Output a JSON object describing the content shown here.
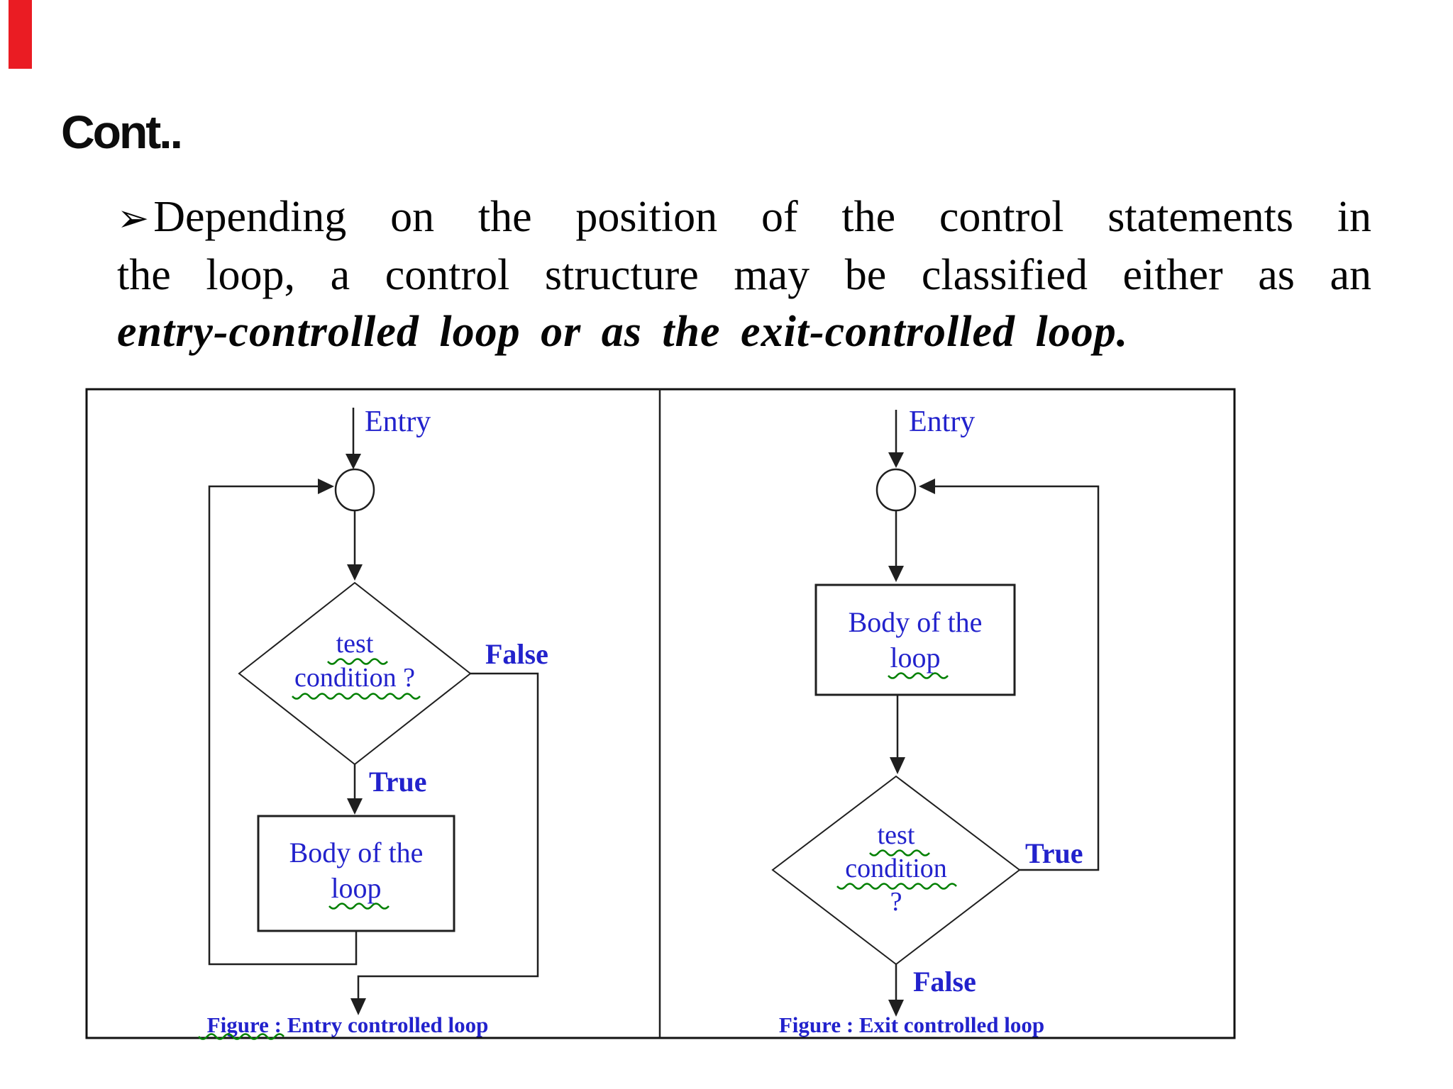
{
  "title": "Cont..",
  "paragraph": {
    "bullet": "➢",
    "line1": "Depending on the position of the control statements in",
    "line2": "the loop, a control structure may be classified either as an",
    "line3": "entry-controlled loop or as the exit-controlled loop."
  },
  "colors": {
    "label_blue": "#2222cc",
    "squiggle_green": "#008000",
    "line_black": "#1f1f1f",
    "ribbon_red": "#ea1c23"
  },
  "figure": {
    "left_panel": {
      "entry_label": "Entry",
      "condition_line1": "test",
      "condition_line2": "condition ?",
      "false_label": "False",
      "true_label": "True",
      "body_line1": "Body of the",
      "body_line2": "loop",
      "caption": "Figure : Entry controlled loop"
    },
    "right_panel": {
      "entry_label": "Entry",
      "body_line1": "Body of the",
      "body_line2": "loop",
      "condition_line1": "test",
      "condition_line2": "condition",
      "condition_line3": "?",
      "true_label": "True",
      "false_label": "False",
      "caption": "Figure : Exit controlled loop"
    }
  }
}
